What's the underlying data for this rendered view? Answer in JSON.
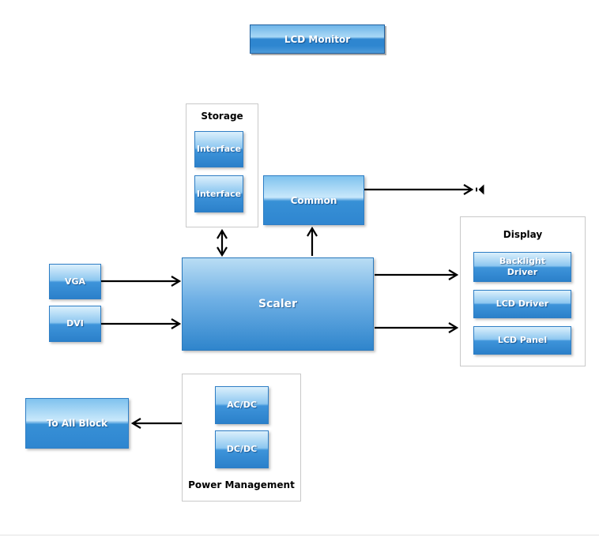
{
  "diagram": {
    "title_block": {
      "label": "LCD Monitor"
    },
    "storage": {
      "title": "Storage",
      "items": [
        {
          "label": "Interface"
        },
        {
          "label": "Interface"
        }
      ]
    },
    "common": {
      "label": "Common"
    },
    "scaler": {
      "label": "Scaler"
    },
    "vga": {
      "label": "VGA"
    },
    "dvi": {
      "label": "DVI"
    },
    "display": {
      "title": "Display",
      "items": [
        {
          "label": "Backlight Driver"
        },
        {
          "label": "LCD Driver"
        },
        {
          "label": "LCD Panel"
        }
      ]
    },
    "power": {
      "title": "Power Management",
      "items": [
        {
          "label": "AC/DC"
        },
        {
          "label": "DC/DC"
        }
      ]
    },
    "to_all_block": {
      "label": "To All Block"
    },
    "icons": {
      "speaker": "speaker-icon"
    },
    "colors": {
      "block_gradient_light": "#dcf0fc",
      "block_gradient_dark": "#2b80ca",
      "block_border": "#2e7ec5",
      "container_border": "#c9c9c9",
      "arrow": "#000000",
      "separator_line": "#e3e3e3",
      "label_text": "#ffffff",
      "title_text": "#000000"
    }
  }
}
